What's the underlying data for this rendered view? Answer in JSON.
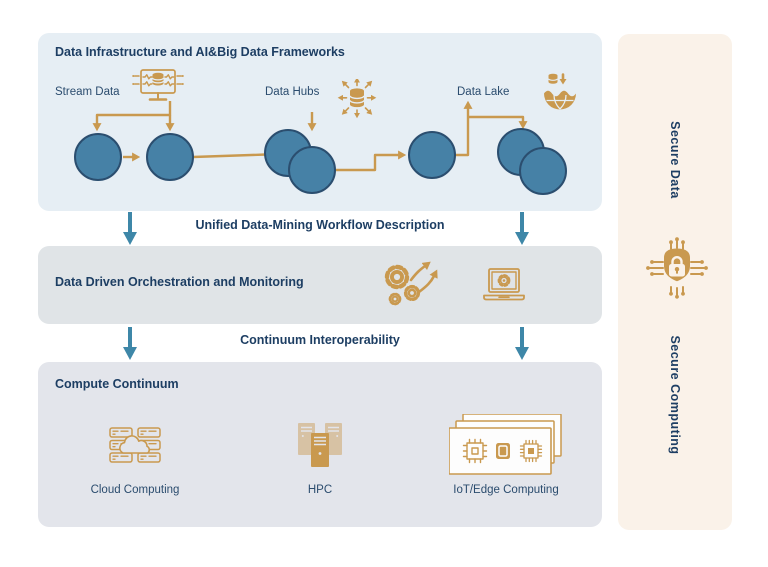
{
  "colors": {
    "tan": "#c9994f",
    "navy": "#1d3e63",
    "label_navy": "#2b4c6e",
    "panel_top": "#e6eef4",
    "panel_mid": "#e0e4e7",
    "panel_bottom": "#e3e5eb",
    "sidebar_bg": "#faf2e9",
    "circle_fill": "#4681a6",
    "circle_border": "#2b4e6f",
    "arrow_blue": "#3e87a8",
    "board_fill": "#fdfdfd"
  },
  "top_panel": {
    "title": "Data Infrastructure and AI&Big Data Frameworks",
    "nodes": [
      {
        "label": "Stream Data",
        "icon": "stream-data-icon"
      },
      {
        "label": "Data Hubs",
        "icon": "data-hubs-icon"
      },
      {
        "label": "Data Lake",
        "icon": "data-lake-icon"
      }
    ]
  },
  "captions": {
    "workflow": "Unified Data-Mining Workflow Description",
    "interoperability": "Continuum Interoperability"
  },
  "middle_panel": {
    "title": "Data Driven Orchestration and Monitoring",
    "icons": [
      "gears-arrows-icon",
      "laptop-gear-icon"
    ]
  },
  "bottom_panel": {
    "title": "Compute Continuum",
    "items": [
      {
        "label": "Cloud Computing",
        "icon": "cloud-computing-icon"
      },
      {
        "label": "HPC",
        "icon": "hpc-icon"
      },
      {
        "label": "IoT/Edge Computing",
        "icon": "iot-edge-icon"
      }
    ]
  },
  "sidebar": {
    "labels": [
      {
        "text": "Secure Data"
      },
      {
        "text": "Secure Computing"
      }
    ],
    "icon": "secure-chip-icon"
  }
}
